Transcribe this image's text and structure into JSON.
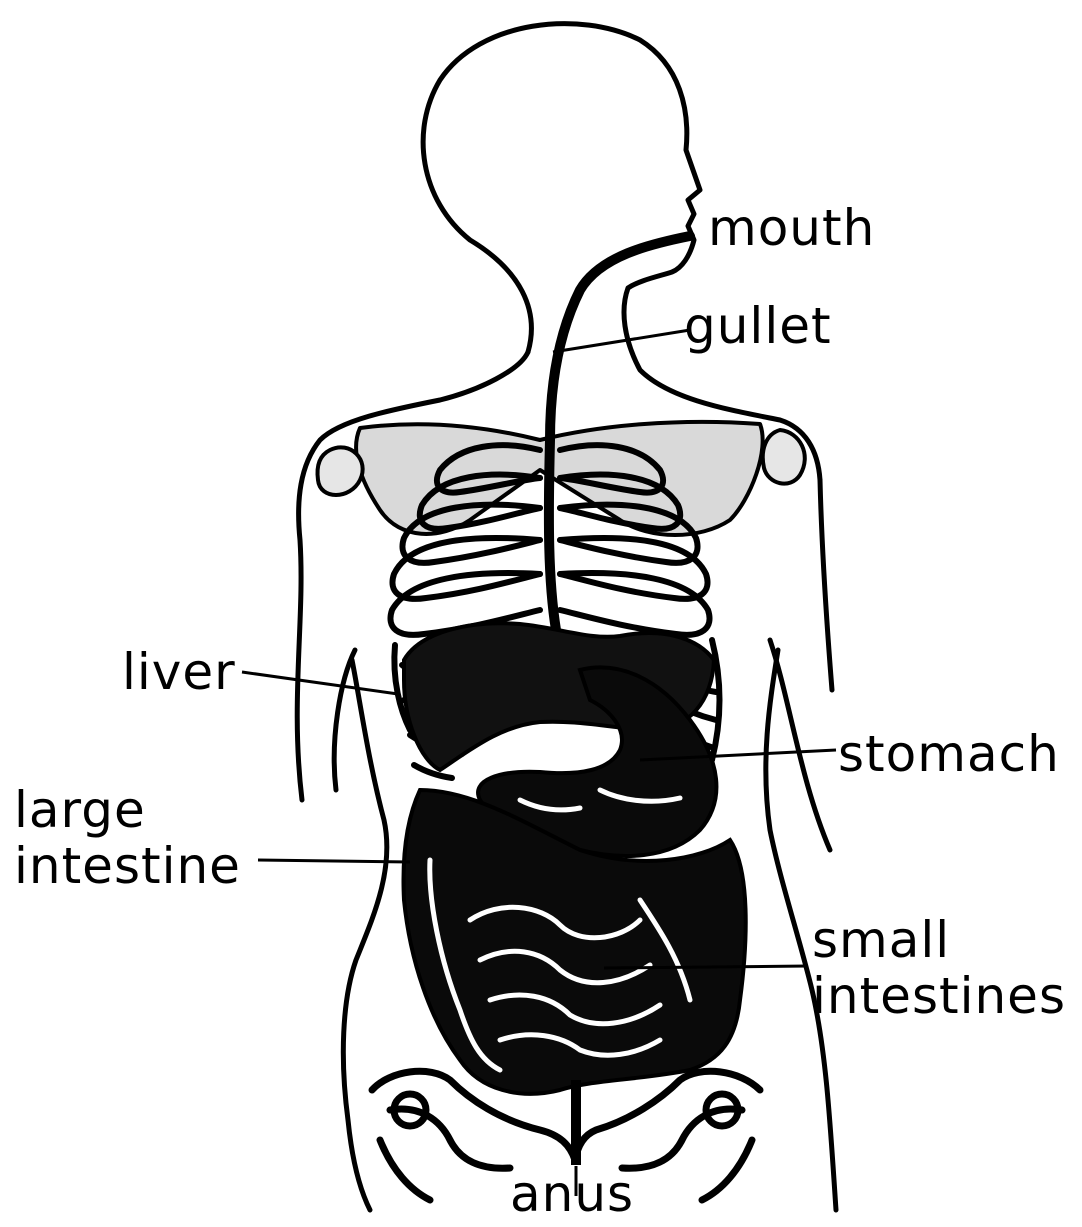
{
  "diagram": {
    "ink_color": "#000000",
    "paper_color": "#ffffff",
    "labels": {
      "mouth": "mouth",
      "gullet": "gullet",
      "liver": "liver",
      "stomach": "stomach",
      "large_intestine_line1": "large",
      "large_intestine_line2": "intestine",
      "small_intestines_line1": "small",
      "small_intestines_line2": "intestines",
      "anus": "anus"
    }
  }
}
